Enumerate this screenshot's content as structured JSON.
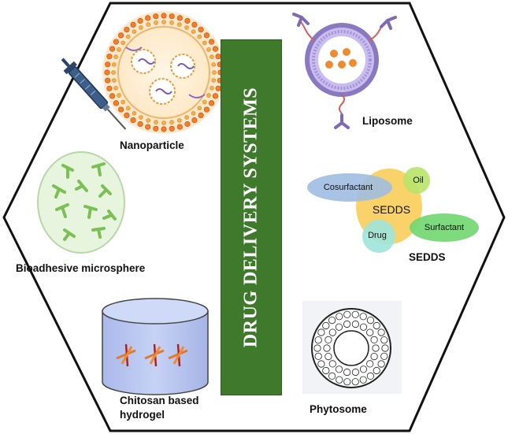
{
  "title": "DRUG DELIVERY SYSTEMS",
  "items": {
    "nanoparticle": "Nanoparticle",
    "liposome": "Liposome",
    "bioadhesive": "Bioadhesive microsphere",
    "sedds": "SEDDS",
    "hydrogel_line1": "Chitosan based",
    "hydrogel_line2": "hydrogel",
    "phytosome": "Phytosome"
  },
  "sedds_parts": {
    "center": "SEDDS",
    "cosurfactant": "Cosurfactant",
    "oil": "Oil",
    "drug": "Drug",
    "surfactant": "Surfactant"
  },
  "colors": {
    "banner": "#3f7a2c",
    "sedds_core": "#f9d36a",
    "cosurfactant": "#9fbde0",
    "oil": "#b7e36a",
    "drug": "#9fe3dd",
    "surfactant": "#6fd66f",
    "liposome": "#9a86c8",
    "microsphere": "#e7f5df",
    "hydrogel": "#b9c6f0"
  }
}
